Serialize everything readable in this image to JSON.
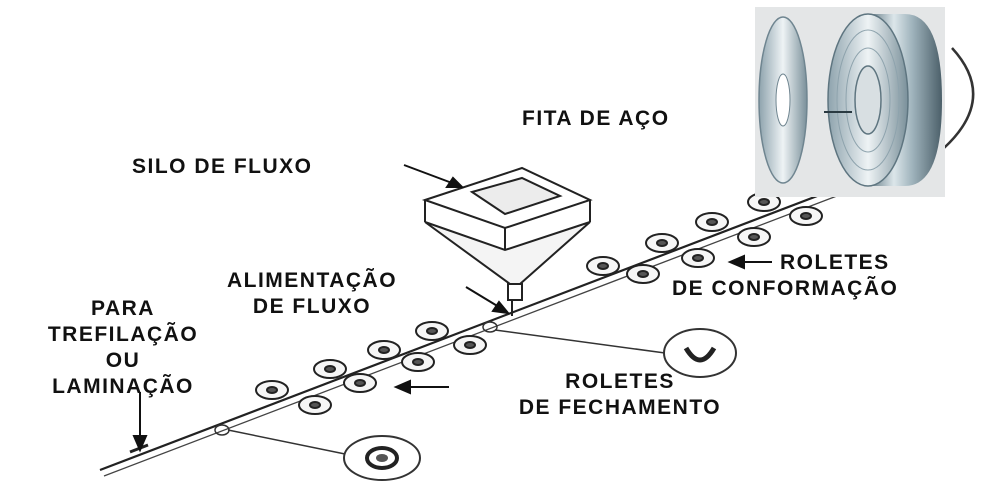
{
  "labels": {
    "fita_de_aco": "FITA DE AÇO",
    "silo_de_fluxo": "SILO DE FLUXO",
    "alimentacao_line1": "ALIMENTAÇÃO",
    "alimentacao_line2": "DE FLUXO",
    "roletes_conformacao_line1": "ROLETES",
    "roletes_conformacao_line2": "DE CONFORMAÇÃO",
    "para_line1": "PARA",
    "para_line2": "TREFILAÇÃO",
    "para_line3": "OU",
    "para_line4": "LAMINAÇÃO",
    "roletes_fechamento_line1": "ROLETES",
    "roletes_fechamento_line2": "DE FECHAMENTO"
  },
  "colors": {
    "ink": "#111111",
    "steel_light": "#d9e3e8",
    "steel_dark": "#6f8590",
    "photo_bg": "#e4e6e7"
  }
}
